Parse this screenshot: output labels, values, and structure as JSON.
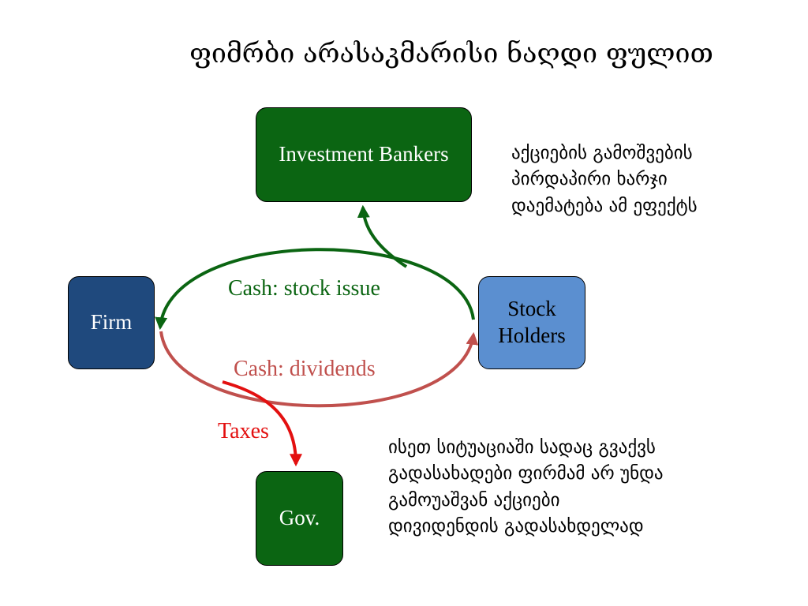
{
  "title": "ფიმრბი არასაკმარისი ნაღდი ფულით",
  "nodes": {
    "investment_bankers": "Investment Bankers",
    "firm": "Firm",
    "stock_holders": "Stock\nHolders",
    "gov": "Gov."
  },
  "flows": {
    "stock_issue": "Cash: stock issue",
    "dividends": "Cash: dividends",
    "taxes": "Taxes"
  },
  "notes": {
    "issue_cost": "აქციების გამოშვების\nპირდაპირი ხარჯი\nდაემატება ამ ეფექტს",
    "taxes_note": "ისეთ სიტუაციაში სადაც გვაქვს\nგადასახადები ფირმამ არ უნდა\nგამოუაშვან აქციები\nდივიდენდის გადასახდელად"
  },
  "colors": {
    "node_green": "#0b6512",
    "node_navy": "#1f497d",
    "node_blue": "#5b8fd0",
    "stock_issue_arrow": "#0b6512",
    "dividends_arrow": "#c0504d",
    "taxes_arrow": "#e31010"
  }
}
